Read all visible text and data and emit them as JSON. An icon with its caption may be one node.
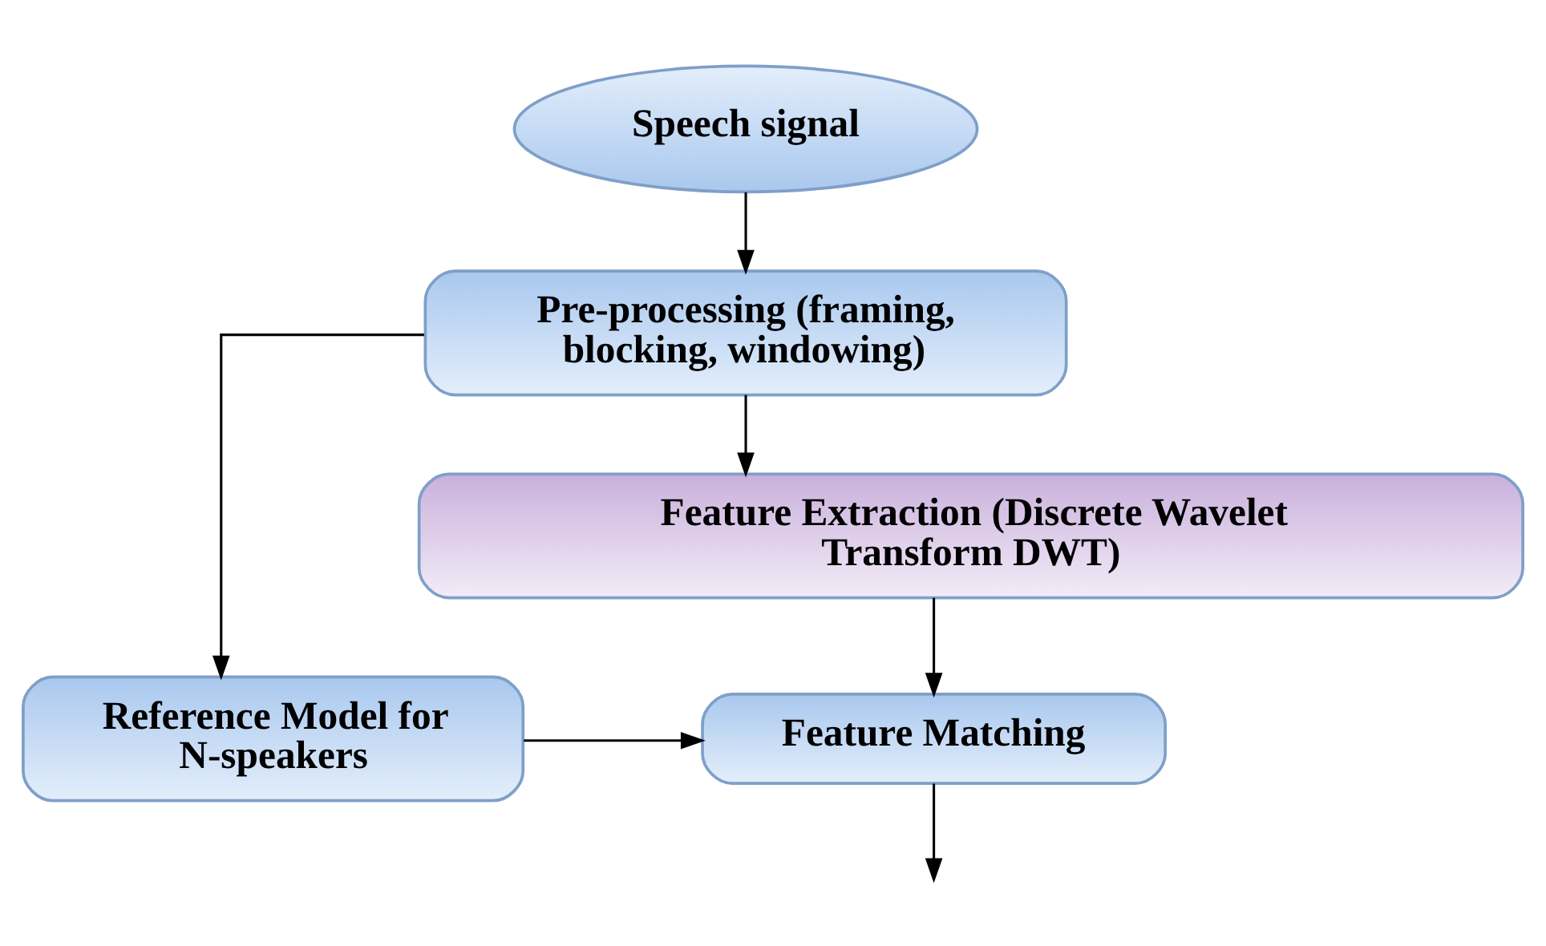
{
  "diagram": {
    "nodes": [
      {
        "text": [
          "Speech signal"
        ]
      },
      {
        "text": [
          "Pre-processing (framing, blocking, windowing)"
        ]
      },
      {
        "text": [
          "Feature Extraction (Discrete Wavelet Transform DWT)"
        ]
      },
      {
        "text": [
          "Reference Model for N-speakers"
        ]
      },
      {
        "text": [
          "Feature Matching"
        ]
      }
    ],
    "edges": [
      {
        "from": 0,
        "to": 1,
        "arrow": "to"
      },
      {
        "from": 1,
        "to": 2,
        "arrow": "to"
      },
      {
        "from": 2,
        "to": 4,
        "arrow": "to"
      },
      {
        "from": 1,
        "to": 3,
        "arrow": "to"
      },
      {
        "from": 3,
        "to": 4,
        "arrow": "to"
      },
      {
        "from": 4,
        "to": null,
        "arrow": "to"
      }
    ]
  }
}
